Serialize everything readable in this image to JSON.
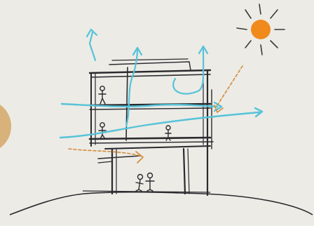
{
  "diagram": {
    "kind": "hand-drawn building section sketch",
    "colors": {
      "paper": "#ecebe6",
      "ink": "#2a2a2e",
      "airflow": "#56c3d9",
      "sun_fill": "#f08a1c",
      "sun_rays": "#3a3a3a",
      "sun_radiation": "#d48a3a",
      "side_badge": "#d8b27a"
    },
    "elements": {
      "sun": {
        "icon": "sun-icon"
      },
      "floors": 3,
      "occupants": [
        "person-upper-floor",
        "person-middle-floor",
        "person-standing-middle",
        "people-group-ground"
      ],
      "airflow_paths": [
        "cross-ventilation-upper",
        "cross-ventilation-middle",
        "stack-exhaust-roof"
      ],
      "solar_arrows": [
        "solar-radiation-right",
        "solar-radiation-left"
      ]
    }
  }
}
